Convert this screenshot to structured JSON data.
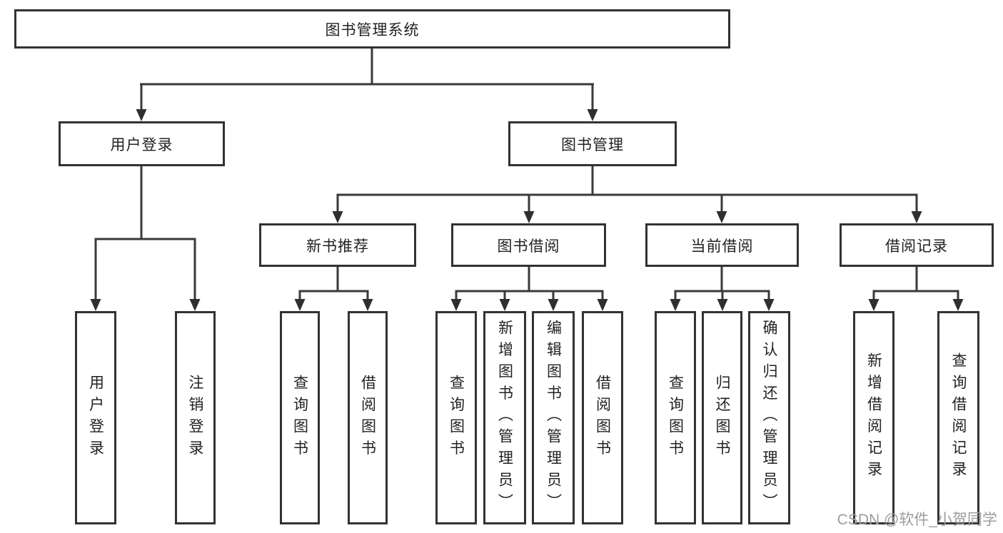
{
  "diagram": {
    "root": "图书管理系统",
    "branches": {
      "user_login": {
        "label": "用户登录",
        "children": [
          "用户登录",
          "注销登录"
        ]
      },
      "book_management": {
        "label": "图书管理",
        "sections": {
          "new_book": {
            "label": "新书推荐",
            "children": [
              "查询图书",
              "借阅图书"
            ]
          },
          "borrowing": {
            "label": "图书借阅",
            "children": [
              "查询图书",
              "新增图书（管理员）",
              "编辑图书（管理员）",
              "借阅图书"
            ]
          },
          "current": {
            "label": "当前借阅",
            "children": [
              "查询图书",
              "归还图书",
              "确认归还（管理员）"
            ]
          },
          "records": {
            "label": "借阅记录",
            "children": [
              "新增借阅记录",
              "查询借阅记录"
            ]
          }
        }
      }
    },
    "watermark": "CSDN @软件_小贺同学",
    "colors": {
      "line": "#3a3a3a",
      "box_border": "#323232",
      "text": "#222222",
      "watermark": "#9c9c9c",
      "background": "#ffffff"
    }
  }
}
